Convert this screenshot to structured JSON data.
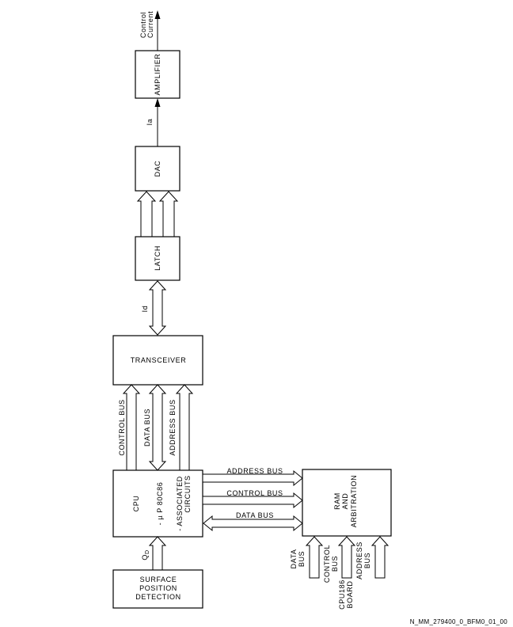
{
  "blocks": {
    "amplifier": "AMPLIFIER",
    "dac": "DAC",
    "latch": "LATCH",
    "transceiver": "TRANSCEIVER",
    "cpu": {
      "title": "CPU",
      "line1": "- µ P 80C86",
      "line2": "- ASSOCIATED",
      "line3": "CIRCUITS"
    },
    "surface": {
      "line1": "SURFACE",
      "line2": "POSITION",
      "line3": "DETECTION"
    },
    "ram": {
      "line1": "RAM",
      "line2": "AND",
      "line3": "ARBITRATION"
    }
  },
  "signals": {
    "control_current_1": "Control",
    "control_current_2": "Current",
    "ia": "Ia",
    "id": "Id",
    "qd_main": "Q",
    "qd_sub": "D"
  },
  "buses": {
    "control_bus": "CONTROL BUS",
    "data_bus": "DATA BUS",
    "address_bus": "ADDRESS BUS",
    "right_address_bus": "ADDRESS BUS",
    "right_control_bus": "CONTROL BUS",
    "right_data_bus": "DATA BUS"
  },
  "ram_inputs": {
    "data_bus_1": "DATA",
    "data_bus_2": "BUS",
    "control_bus_1": "CONTROL",
    "control_bus_2": "BUS",
    "cpu186_1": "CPU186",
    "cpu186_2": "BOARD",
    "address_bus_1": "ADDRESS",
    "address_bus_2": "BUS"
  },
  "footer": {
    "figure_id": "N_MM_279400_0_BFM0_01_00"
  }
}
